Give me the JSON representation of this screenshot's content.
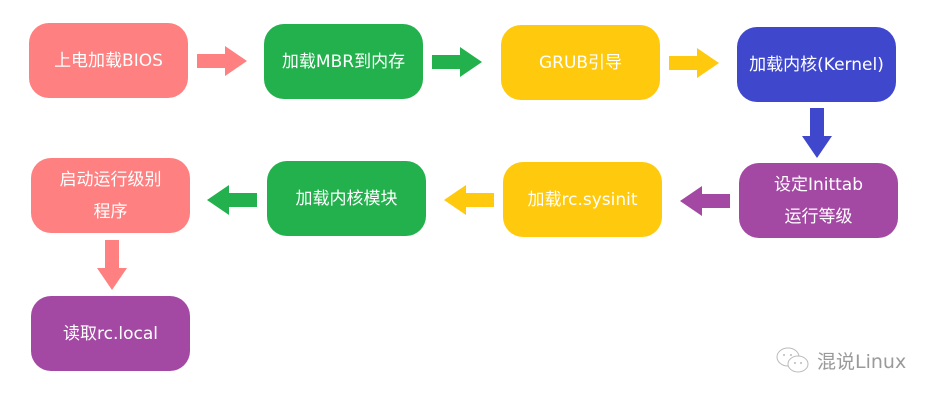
{
  "colors": {
    "pink": "#FF8080",
    "green": "#22B14C",
    "yellow": "#FFC90E",
    "blue": "#3F48CC",
    "purple": "#A349A4"
  },
  "steps": [
    {
      "label": "上电加载BIOS"
    },
    {
      "label": "加载MBR到内存"
    },
    {
      "label": "GRUB引导"
    },
    {
      "label": "加载内核(Kernel)"
    },
    {
      "label_line1": "设定Inittab",
      "label_line2": "运行等级"
    },
    {
      "label": "加载rc.sysinit"
    },
    {
      "label": "加载内核模块"
    },
    {
      "label_line1": "启动运行级别",
      "label_line2": "程序"
    },
    {
      "label": "读取rc.local"
    }
  ],
  "watermark": {
    "text": "混说Linux",
    "icon": "wechat-icon"
  }
}
